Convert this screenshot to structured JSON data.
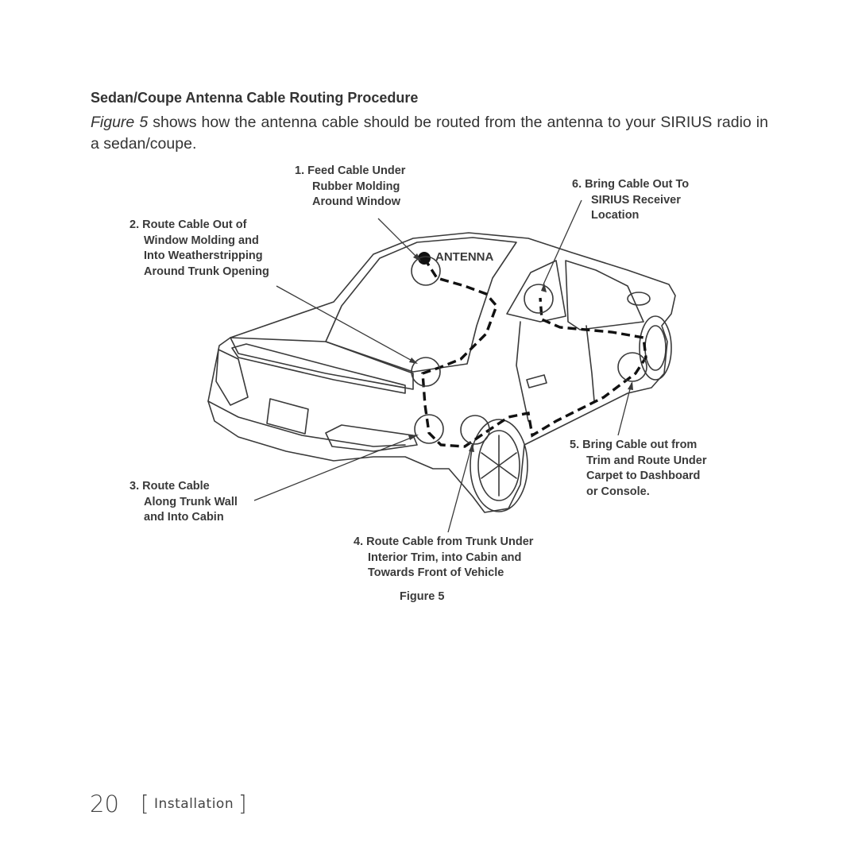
{
  "heading": "Sedan/Coupe Antenna Cable Routing Procedure",
  "intro": {
    "figure_ref": "Figure 5",
    "text": " shows how the antenna cable should be routed from the antenna to your SIRIUS radio in a sedan/coupe."
  },
  "diagram": {
    "antenna_label": "ANTENNA",
    "callouts": [
      {
        "number": "1.",
        "lines": [
          "Feed Cable Under",
          "Rubber Molding",
          "Around Window"
        ]
      },
      {
        "number": "2.",
        "lines": [
          "Route Cable Out of",
          "Window Molding and",
          "Into Weatherstripping",
          "Around Trunk Opening"
        ]
      },
      {
        "number": "3.",
        "lines": [
          "Route Cable",
          "Along Trunk Wall",
          "and Into Cabin"
        ]
      },
      {
        "number": "4.",
        "lines": [
          "Route Cable from Trunk Under",
          "Interior Trim, into Cabin and",
          "Towards Front of Vehicle"
        ]
      },
      {
        "number": "5.",
        "lines": [
          "Bring Cable out from",
          "Trim and Route Under",
          "Carpet to Dashboard",
          "or Console."
        ]
      },
      {
        "number": "6.",
        "lines": [
          "Bring Cable Out To",
          "SIRIUS Receiver",
          "Location"
        ]
      }
    ],
    "caption": "Figure 5"
  },
  "footer": {
    "page_number": "20",
    "section": "Installation",
    "bracket_open": "[",
    "bracket_close": "]"
  }
}
